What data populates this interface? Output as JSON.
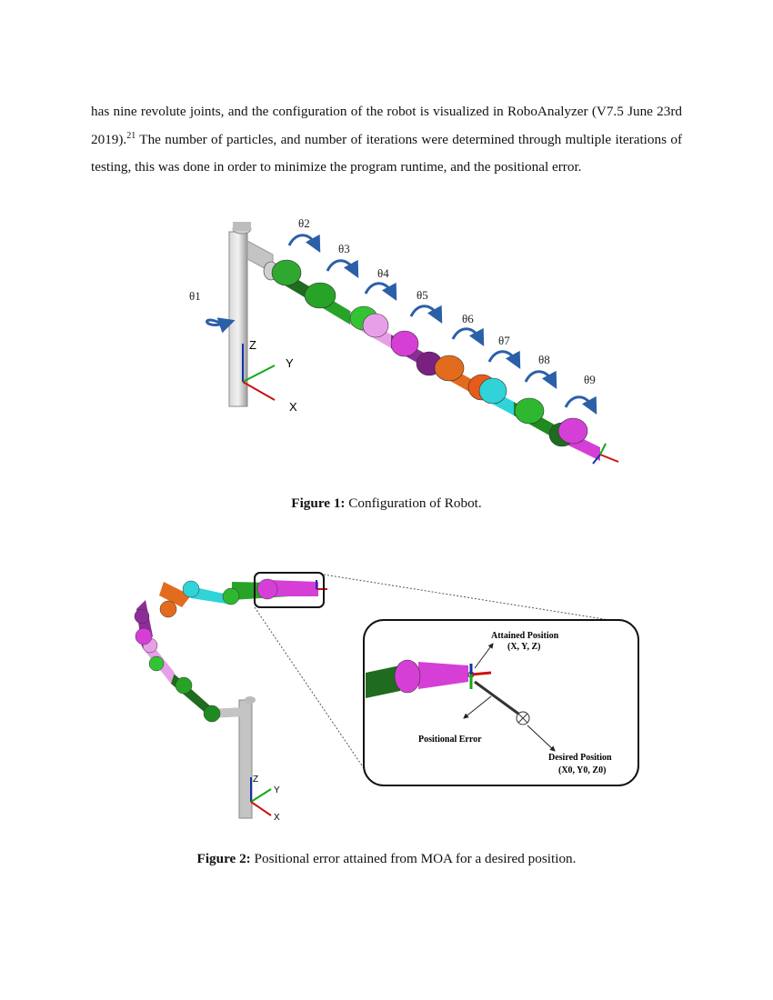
{
  "paragraph": {
    "text_before": "has nine revolute joints, and the configuration of the robot is visualized in RoboAnalyzer (V7.5 June 23rd 2019).",
    "footnote": "21",
    "text_after": " The number of particles, and number of iterations were determined through multiple iterations of testing, this was done in order to minimize the program runtime, and the positional error."
  },
  "figure1": {
    "caption_label": "Figure 1:",
    "caption_text": " Configuration of Robot.",
    "joint_labels": [
      "θ1",
      "θ2",
      "θ3",
      "θ4",
      "θ5",
      "θ6",
      "θ7",
      "θ8",
      "θ9"
    ],
    "axis_labels": {
      "z": "Z",
      "y": "Y",
      "x": "X"
    }
  },
  "figure2": {
    "caption_label": "Figure 2:",
    "caption_text": " Positional error attained from MOA for a desired position.",
    "attained_label": "Attained Position",
    "attained_coords": "(X, Y, Z)",
    "error_label": "Positional Error",
    "desired_label": "Desired Position",
    "desired_coords": "(X0, Y0, Z0)",
    "axis_labels": {
      "z": "Z",
      "y": "Y",
      "x": "X"
    }
  },
  "colors": {
    "green_dark": "#1f6b1f",
    "green": "#27a327",
    "teal": "#2fd3d8",
    "pink": "#e7a0e7",
    "magenta": "#d63fd6",
    "purple": "#8e2d9a",
    "orange": "#e36b1e",
    "gray": "#b9b9b9"
  }
}
